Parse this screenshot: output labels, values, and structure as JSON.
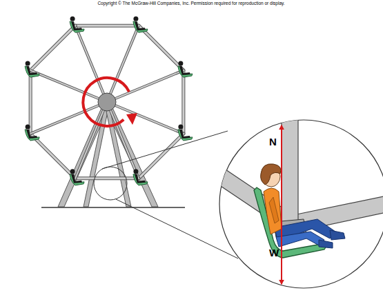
{
  "diagram": {
    "labels": [
      "Copyright © The McGraw-Hill Companies, Inc. Permission required for reproduction or display.",
      "N",
      "W"
    ]
  }
}
